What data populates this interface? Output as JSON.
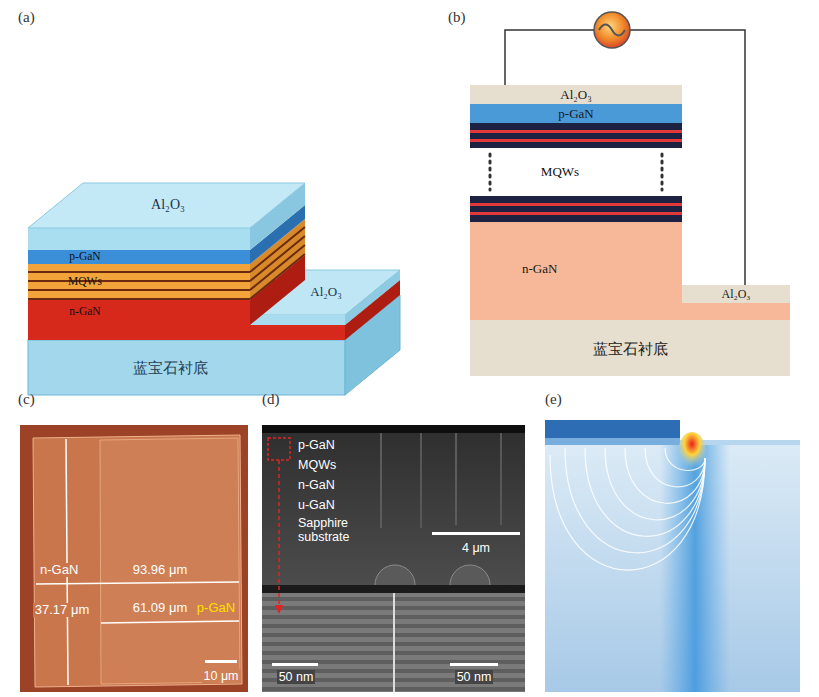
{
  "diagram": {
    "nodes": [
      {
        "text": [
          "Al₂O₃"
        ]
      },
      {
        "text": [
          "p-GaN"
        ]
      },
      {
        "text": [
          "n-GaN"
        ]
      },
      {
        "text": [
          "Al₂O₃"
        ]
      },
      {
        "text": [
          "蓝宝石衬底"
        ]
      }
    ],
    "edges": [
      {
        "from": 0,
        "to": 3,
        "arrow": "none"
      }
    ],
    "labels": [
      "(a)",
      "(b)",
      "(c)",
      "(d)",
      "(e)",
      "Al₂O₃",
      "p-GaN",
      "MQWs",
      "n-GaN",
      "Al₂O₃",
      "蓝宝石衬底",
      "MQWs",
      "n-GaN",
      "93.96 μm",
      "37.17 μm",
      "61.09 μm",
      "p-GaN",
      "10 μm",
      "p-GaN",
      "MQWs",
      "n-GaN",
      "u-GaN",
      "Sapphire substrate",
      "4 μm",
      "50 nm",
      "50 nm"
    ]
  }
}
